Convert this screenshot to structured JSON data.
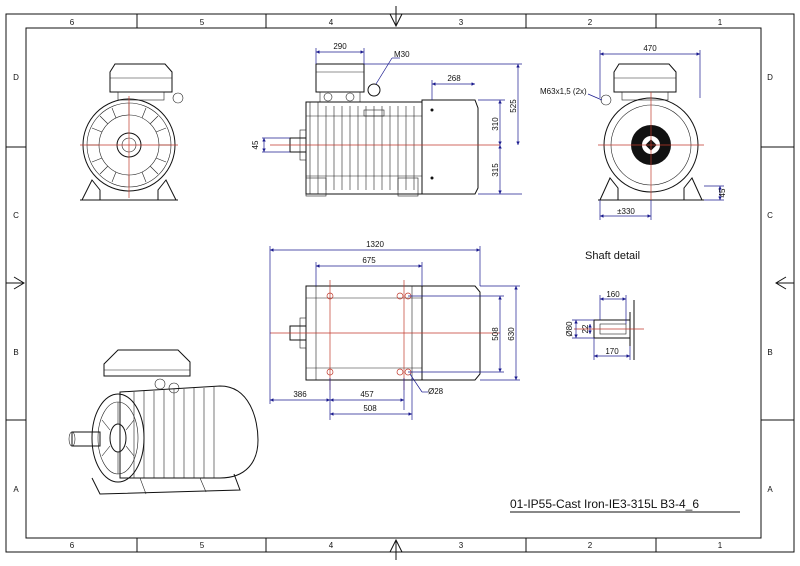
{
  "frame": {
    "top_columns": [
      "6",
      "5",
      "4",
      "3",
      "2",
      "1"
    ],
    "bottom_columns": [
      "6",
      "5",
      "4",
      "3",
      "2",
      "1"
    ],
    "left_rows": [
      "D",
      "C",
      "B",
      "A"
    ],
    "right_rows": [
      "D",
      "C",
      "B",
      "A"
    ]
  },
  "title_block": {
    "title": "01-IP55-Cast Iron-IE3-315L B3-4_6"
  },
  "shaft_detail": {
    "title": "Shaft detail",
    "dims": {
      "top": "160",
      "bottom": "170",
      "diameter": "Ø80",
      "key": "22"
    }
  },
  "side_view": {
    "dims": {
      "terminal_box_width": "290",
      "lifting_eye": "M30",
      "box_offset": "268",
      "height_top": "310",
      "height_total": "525",
      "shaft_height": "315",
      "shaft_key": "45"
    }
  },
  "front_view_right": {
    "dims": {
      "overall_width": "470",
      "cable_gland": "M63x1,5 (2x)",
      "foot_height": "45",
      "foot_width": "±330"
    }
  },
  "plan_view": {
    "dims": {
      "overall_length": "1320",
      "length_675": "675",
      "width_508": "508",
      "width_630": "630",
      "dist_386": "386",
      "dist_457": "457",
      "dist_508": "508",
      "hole_diameter": "Ø28"
    }
  }
}
